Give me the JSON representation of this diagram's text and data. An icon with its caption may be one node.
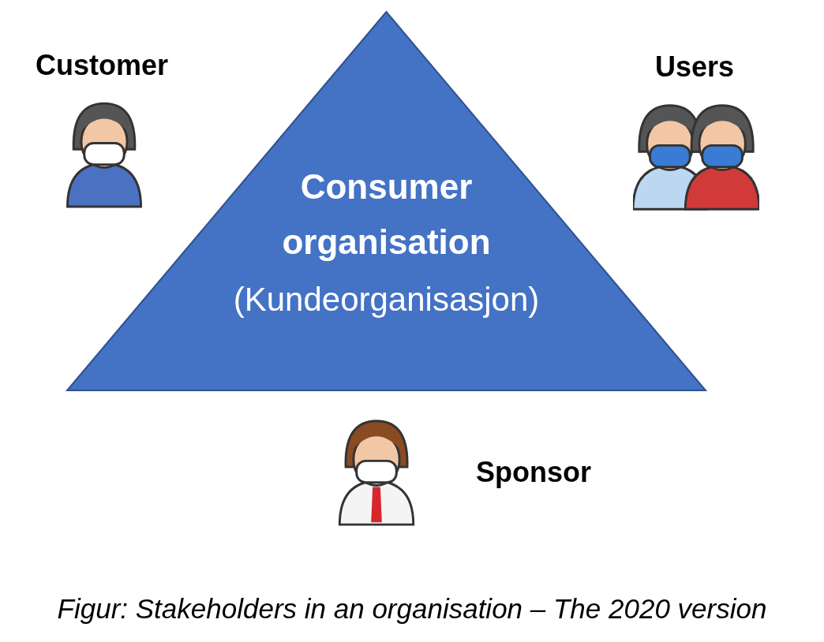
{
  "diagram": {
    "caption": "Figur: Stakeholders in an organisation – The 2020 version",
    "nodes": [
      {
        "text": [
          "Consumer organisation",
          "(Kundeorganisasjon)"
        ]
      }
    ],
    "labels": [
      "Customer",
      "Users",
      "Sponsor"
    ]
  }
}
